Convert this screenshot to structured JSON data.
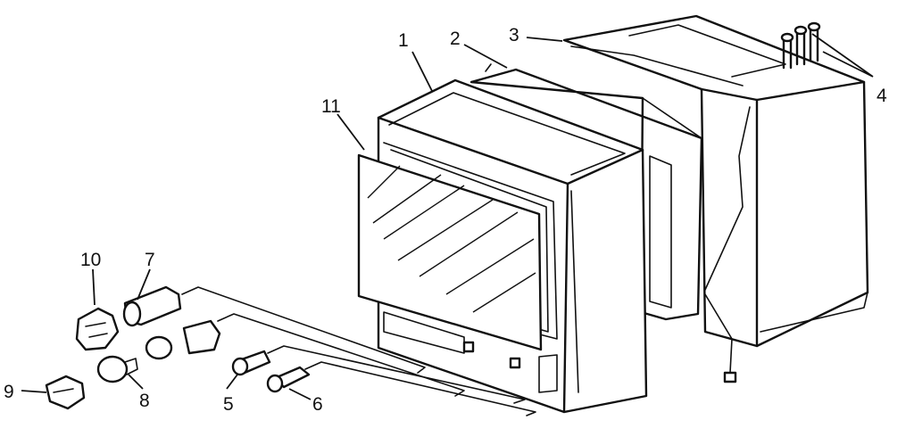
{
  "callouts": [
    {
      "id": "label-1",
      "text": "1"
    },
    {
      "id": "label-2",
      "text": "2"
    },
    {
      "id": "label-3",
      "text": "3"
    },
    {
      "id": "label-4",
      "text": "4"
    },
    {
      "id": "label-5",
      "text": "5"
    },
    {
      "id": "label-6",
      "text": "6"
    },
    {
      "id": "label-7",
      "text": "7"
    },
    {
      "id": "label-8",
      "text": "8"
    },
    {
      "id": "label-9",
      "text": "9"
    },
    {
      "id": "label-10",
      "text": "10"
    },
    {
      "id": "label-11",
      "text": "11"
    }
  ]
}
